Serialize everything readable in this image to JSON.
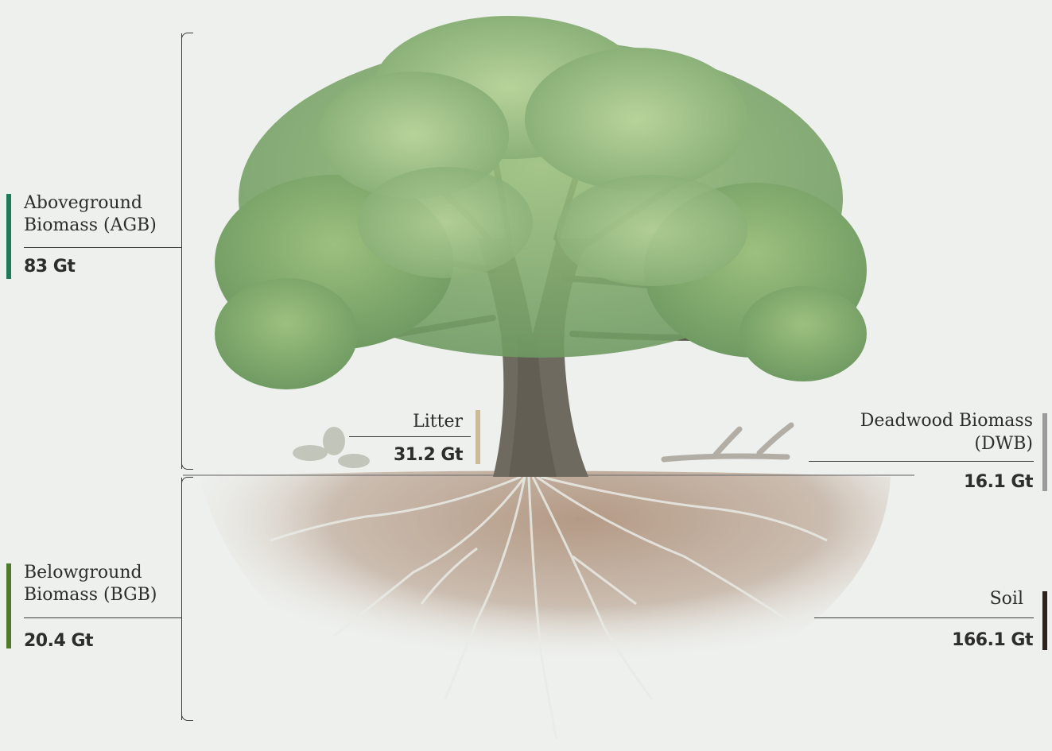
{
  "labels": {
    "agb": {
      "name_line1": "Aboveground",
      "name_line2": "Biomass (AGB)",
      "value": "83 Gt",
      "color": "#1f7a5a"
    },
    "bgb": {
      "name_line1": "Belowground",
      "name_line2": "Biomass (BGB)",
      "value": "20.4 Gt",
      "color": "#4f7a2e"
    },
    "litter": {
      "name": "Litter",
      "value": "31.2 Gt",
      "color": "#cdbb98"
    },
    "dwb": {
      "name_line1": "Deadwood Biomass",
      "name_line2": "(DWB)",
      "value": "16.1 Gt",
      "color": "#9a9a9a"
    },
    "soil": {
      "name": "Soil",
      "value": "166.1 Gt",
      "color": "#2b231d"
    }
  },
  "illustration": {
    "icon": "tree-with-roots-illustration"
  }
}
